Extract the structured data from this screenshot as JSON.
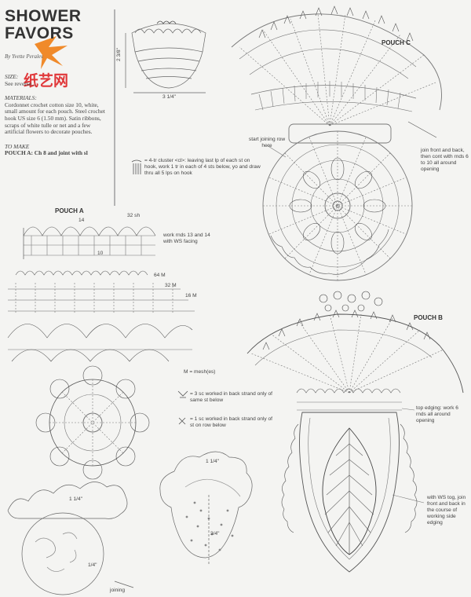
{
  "header": {
    "title_line1": "SHOWER",
    "title_line2": "FAVORS",
    "byline": "By Yvette Perales"
  },
  "watermark": {
    "text": "纸艺网",
    "color": "#e0383a",
    "logo_color": "#f08a2a"
  },
  "intro": {
    "size_heading": "SIZE:",
    "size_text": "See reverse...",
    "materials_heading": "MATERIALS:",
    "materials_text": "Cordonnet crochet cotton size 10, white, small amount for each pouch. Steel crochet hook US size 6 (1.50 mm). Satin ribbons, scraps of white tulle or net and a few artificial flowers to decorate pouches.",
    "to_make_heading": "TO MAKE",
    "to_make_text": "POUCH A: Ch 8 and joint with sl"
  },
  "dimension_top": {
    "height": "2 3/8\"",
    "width": "3 1/4\""
  },
  "legend": {
    "cluster_text": "= 4-tr cluster <cl>: leaving last lp of each st on hook, work 1 tr in each of 4 sts below, yo and draw thru all 5 lps on hook",
    "mesh_text": "M = mesh(es)",
    "sc_back_text": "= 3 sc worked in back strand only of same st below",
    "sc_one_text": "= 1 sc worked in back strand only of st on row below"
  },
  "pouch_a": {
    "label": "POUCH A",
    "count_32sh": "32 sh",
    "row_14": "14",
    "row_10": "10",
    "rounds_note": "work rnds 13 and 14 with WS facing",
    "mesh_64": "64 M",
    "mesh_32": "32 M",
    "mesh_16": "16 M",
    "dim_top": "1 1/4\"",
    "dim_side": "1/4\""
  },
  "pouch_c": {
    "label": "POUCH C",
    "start_note": "start joining row here",
    "join_note": "join front and back, then cont with rnds 6 to 10 all around opening"
  },
  "pouch_b": {
    "label": "POUCH B",
    "top_edging_note": "top edging: work 6 rnds all around opening",
    "ws_note": "with WS tog, join front and back in the course of working side edging",
    "dim_top": "1 1/4\"",
    "dim_side": "3/4\""
  },
  "footer_partial": {
    "joining": "joining"
  }
}
